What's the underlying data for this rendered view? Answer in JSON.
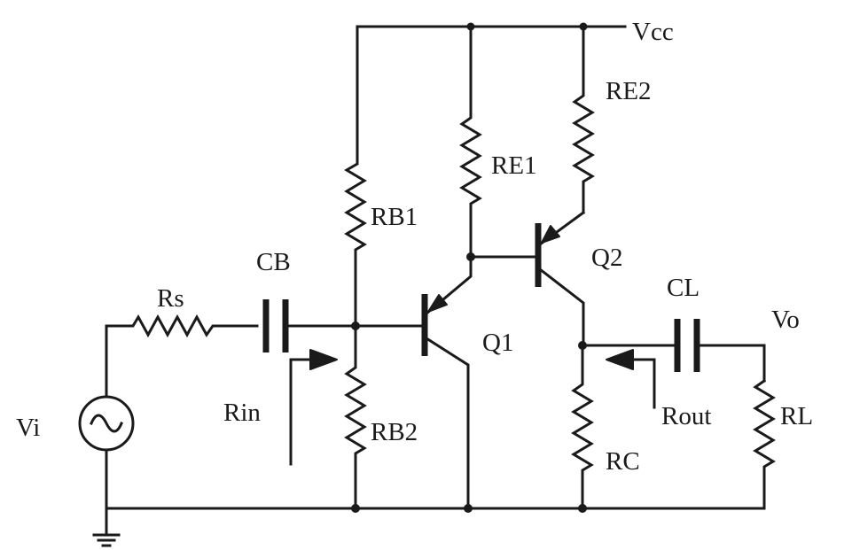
{
  "labels": {
    "vcc": "Vcc",
    "re2": "RE2",
    "re1": "RE1",
    "rb1": "RB1",
    "q2": "Q2",
    "cb": "CB",
    "cl": "CL",
    "rs": "Rs",
    "vo": "Vo",
    "q1": "Q1",
    "vi": "Vi",
    "rin": "Rin",
    "rb2": "RB2",
    "rout": "Rout",
    "rl": "RL",
    "rc": "RC"
  }
}
